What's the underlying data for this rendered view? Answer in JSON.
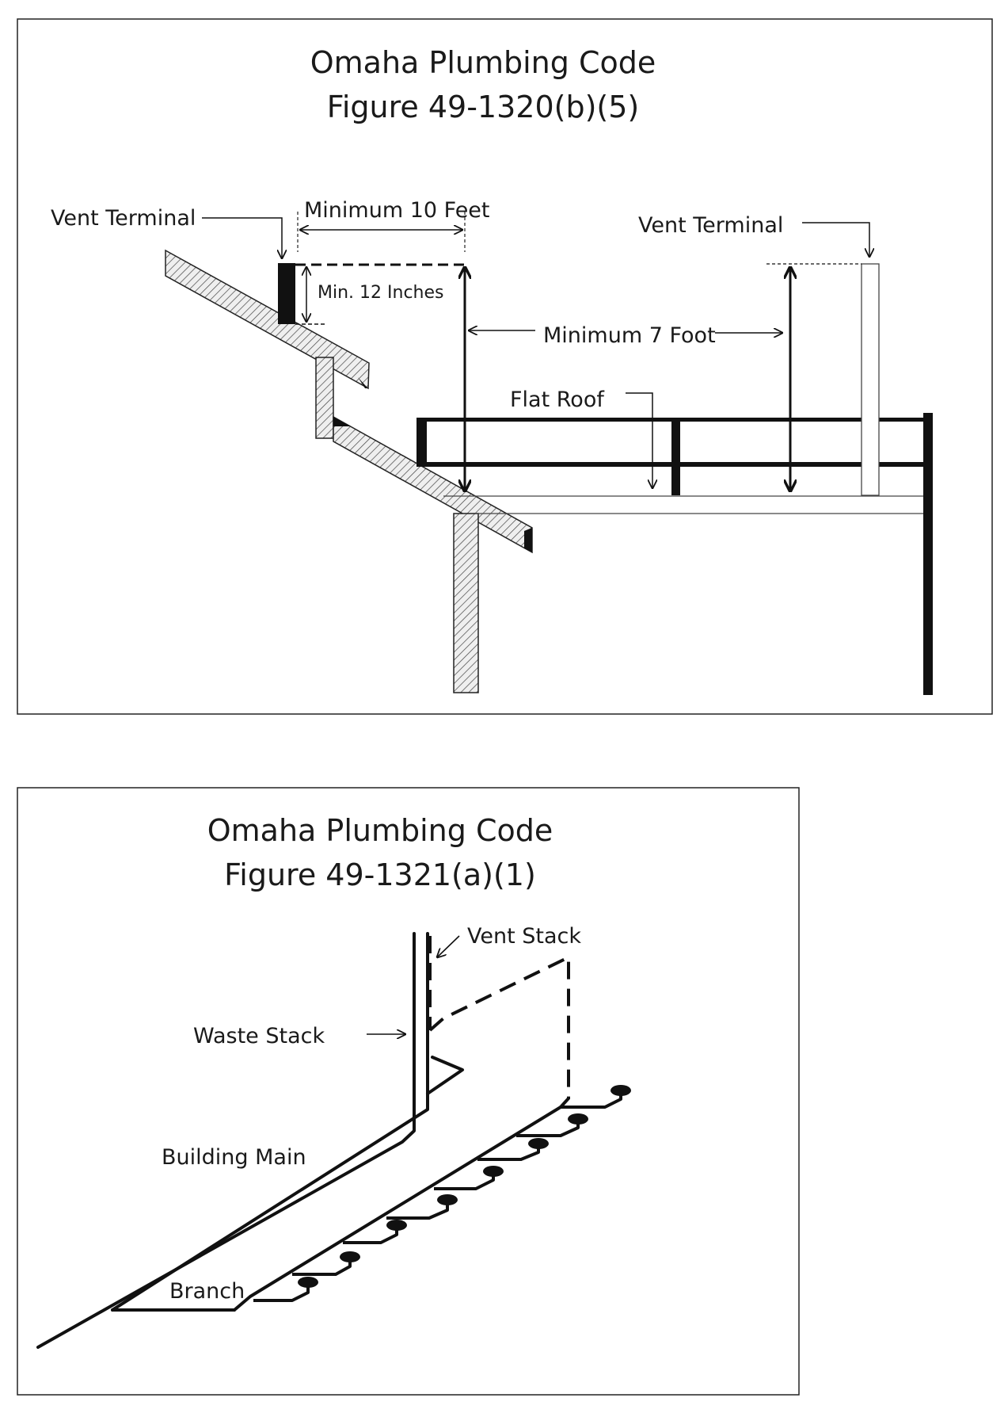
{
  "figure1": {
    "title_line1": "Omaha Plumbing Code",
    "title_line2": "Figure 49-1320(b)(5)",
    "labels": {
      "vent_terminal_left": "Vent Terminal",
      "min_10_feet": "Minimum 10 Feet",
      "min_12_inches": "Min. 12 Inches",
      "vent_terminal_right": "Vent Terminal",
      "min_7_foot": "Minimum 7 Foot",
      "flat_roof": "Flat Roof"
    }
  },
  "figure2": {
    "title_line1": "Omaha Plumbing Code",
    "title_line2": "Figure 49-1321(a)(1)",
    "labels": {
      "vent_stack": "Vent Stack",
      "waste_stack": "Waste Stack",
      "building_main": "Building Main",
      "branch": "Branch"
    }
  }
}
